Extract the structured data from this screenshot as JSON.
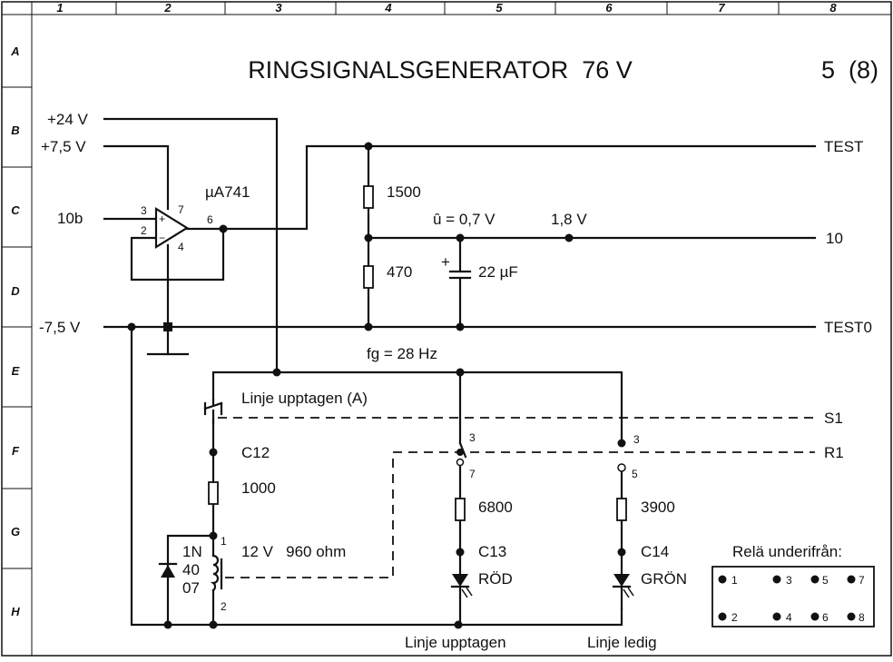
{
  "title": "RINGSIGNALSGENERATOR  76 V",
  "page_number": "5  (8)",
  "grid": {
    "columns": [
      "1",
      "2",
      "3",
      "4",
      "5",
      "6",
      "7",
      "8"
    ],
    "rows": [
      "A",
      "B",
      "C",
      "D",
      "E",
      "F",
      "G",
      "H"
    ]
  },
  "rails": {
    "plus24": "+24 V",
    "plus7_5": "+7,5 V",
    "minus7_5": "-7,5 V",
    "input_10b": "10b",
    "out_test": "TEST",
    "out_10": "10",
    "out_test0": "TEST0",
    "out_s1": "S1",
    "out_r1": "R1"
  },
  "opamp": {
    "name": "µA741",
    "pin_plus": "3",
    "pin_minus": "2",
    "pin_v_plus": "7",
    "pin_v_minus": "4",
    "pin_out": "6",
    "plus_sign": "+",
    "minus_sign": "−"
  },
  "divider": {
    "r_top": "1500",
    "r_bottom": "470",
    "cap": "22 µF",
    "cap_plus": "+",
    "peak_voltage": "û = 0,7 V",
    "node_voltage": "1,8 V",
    "fg": "fg = 28 Hz"
  },
  "relay": {
    "contact_label": "Linje upptagen (A)",
    "c12": "C12",
    "r1000": "1000",
    "coil_pin1": "1",
    "coil_pin2": "2",
    "coil_spec": "12 V   960 ohm",
    "diode_line1": "1N",
    "diode_line2": "40",
    "diode_line3": "07"
  },
  "branch_red": {
    "pin_top": "3",
    "pin_bottom": "7",
    "resistor": "6800",
    "c13": "C13",
    "led": "RÖD",
    "caption": "Linje upptagen"
  },
  "branch_green": {
    "pin_top": "3",
    "pin_bottom": "5",
    "resistor": "3900",
    "c14": "C14",
    "led": "GRÖN",
    "caption": "Linje ledig"
  },
  "relay_view": {
    "title": "Relä underifrån:",
    "pins_top": [
      "1",
      "3",
      "5",
      "7"
    ],
    "pins_bottom": [
      "2",
      "4",
      "6",
      "8"
    ]
  }
}
